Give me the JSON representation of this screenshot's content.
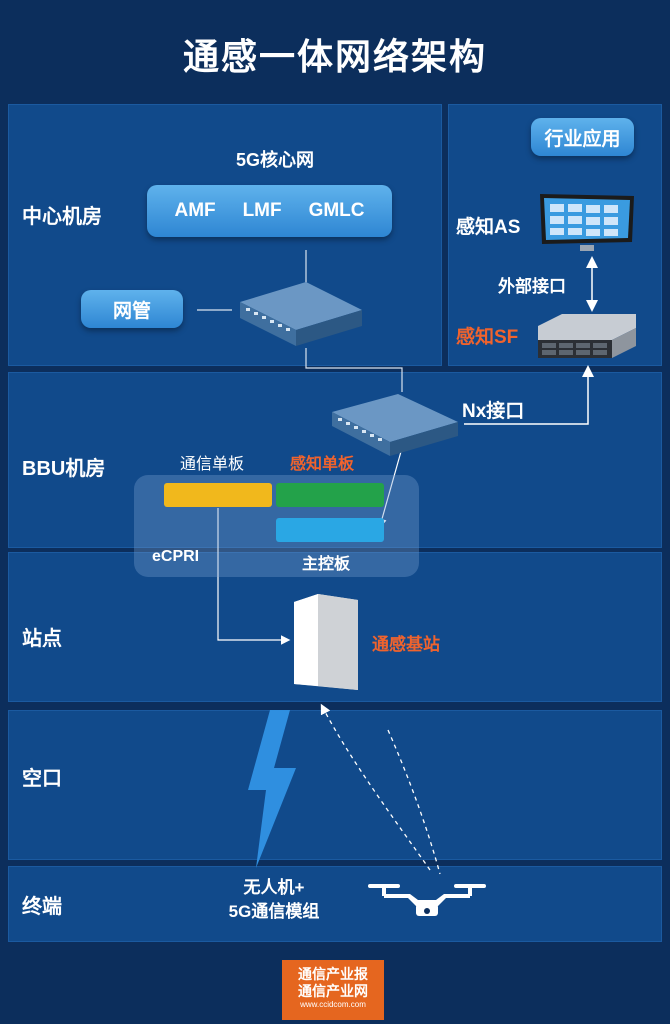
{
  "title": "通感一体网络架构",
  "rows": {
    "center": "中心机房",
    "bbu": "BBU机房",
    "site": "站点",
    "air": "空口",
    "terminal": "终端"
  },
  "core": {
    "caption": "5G核心网",
    "items": [
      "AMF",
      "LMF",
      "GMLC"
    ]
  },
  "network_mgmt": "网管",
  "industry_app": "行业应用",
  "sensing_as": "感知AS",
  "external_interface": "外部接口",
  "sensing_sf": "感知SF",
  "nx_interface": "Nx接口",
  "boards": {
    "comm": "通信单板",
    "sensing": "感知单板",
    "main": "主控板"
  },
  "ecpri": "eCPRI",
  "base_station": "通感基站",
  "terminal_text": [
    "无人机+",
    "5G通信模组"
  ],
  "logo": {
    "line1": "通信产业报",
    "line2": "通信产业网",
    "url": "www.ccidcom.com"
  },
  "colors": {
    "background": "#0c2e5c",
    "panel": "#114a8b",
    "accent_orange": "#f0632d",
    "board_yellow": "#f1b81c",
    "board_green": "#23a24a",
    "board_blue": "#2aa7e4"
  }
}
